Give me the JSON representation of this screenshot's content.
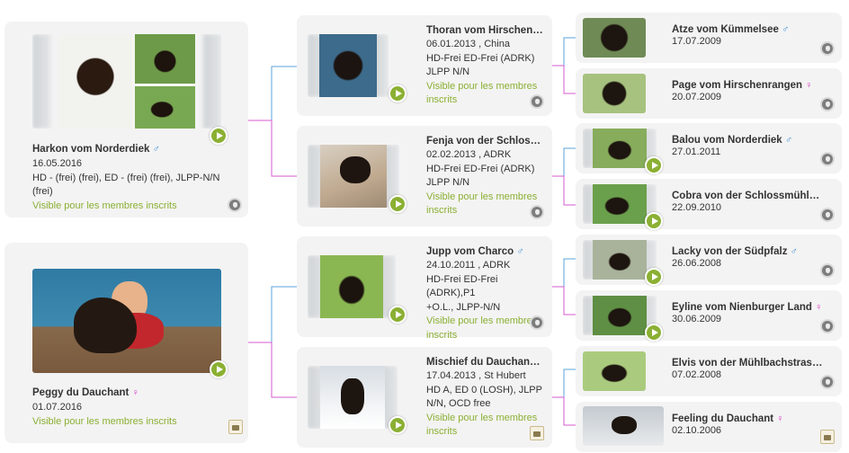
{
  "colors": {
    "male": "#3b8ed8",
    "female": "#d43fc7",
    "accent": "#8bb033"
  },
  "sex_icons": {
    "male": "♂",
    "female": "♀"
  },
  "parents": [
    {
      "name": "Harkon vom Norderdiek",
      "sex": "male",
      "birth": "16.05.2016",
      "details": [
        "HD - (frei) (frei), ED - (frei) (frei), JLPP-N/N",
        "(frei)"
      ],
      "visibility": "Visible pour les membres inscrits",
      "icon": "breeder-badge-icon"
    },
    {
      "name": "Peggy du Dauchant",
      "sex": "female",
      "birth": "01.07.2016",
      "details": [],
      "visibility": "Visible pour les membres inscrits",
      "icon": "club-logo-icon"
    }
  ],
  "grandparents": [
    {
      "name": "Thoran vom Hirschenrangen",
      "sex": "male",
      "birth": "06.01.2013 , China",
      "details": [
        "HD-Frei ED-Frei (ADRK)",
        "JLPP N/N"
      ],
      "visibility_lines": [
        "Visible pour les membres",
        "inscrits"
      ],
      "icon": "breeder-badge-icon"
    },
    {
      "name": "Fenja von der Schlossmühle",
      "sex": "female",
      "birth": "02.02.2013 , ADRK",
      "details": [
        "HD-Frei ED-Frei (ADRK)",
        "JLPP N/N"
      ],
      "visibility_lines": [
        "Visible pour les membres",
        "inscrits"
      ],
      "icon": "breeder-badge-icon"
    },
    {
      "name": "Jupp vom Charco",
      "sex": "male",
      "birth": "24.10.2011 , ADRK",
      "details": [
        "HD-Frei ED-Frei (ADRK),P1",
        "+O.L., JLPP-N/N"
      ],
      "visibility_lines": [
        "Visible pour les membres",
        "inscrits"
      ],
      "icon": "breeder-badge-icon"
    },
    {
      "name": "Mischief du Dauchant",
      "sex": "female",
      "birth": "17.04.2013 , St Hubert",
      "details": [
        "HD A, ED 0 (LOSH), JLPP",
        "N/N, OCD free"
      ],
      "visibility_lines": [
        "Visible pour les membres",
        "inscrits"
      ],
      "icon": "club-logo-icon"
    }
  ],
  "great_grandparents": [
    {
      "name": "Atze vom Kümmelsee",
      "sex": "male",
      "birth": "17.07.2009",
      "play": false,
      "icon": "breeder-badge-icon"
    },
    {
      "name": "Page vom Hirschenrangen",
      "sex": "female",
      "birth": "20.07.2009",
      "play": false,
      "icon": "breeder-badge-icon"
    },
    {
      "name": "Balou vom Norderdiek",
      "sex": "male",
      "birth": "27.01.2011",
      "play": true,
      "icon": "breeder-badge-icon"
    },
    {
      "name": "Cobra von der Schlossmühle",
      "sex": "female",
      "birth": "22.09.2010",
      "play": true,
      "icon": "breeder-badge-icon"
    },
    {
      "name": "Lacky von der Südpfalz",
      "sex": "male",
      "birth": "26.06.2008",
      "play": true,
      "icon": "breeder-badge-icon"
    },
    {
      "name": "Eyline vom Nienburger Land",
      "sex": "female",
      "birth": "30.06.2009",
      "play": true,
      "icon": "breeder-badge-icon"
    },
    {
      "name": "Elvis von der Mühlbachstrasse",
      "sex": "male",
      "birth": "07.02.2008",
      "play": false,
      "icon": "breeder-badge-icon"
    },
    {
      "name": "Feeling du Dauchant",
      "sex": "female",
      "birth": "02.10.2006",
      "play": false,
      "icon": "club-logo-icon"
    }
  ]
}
